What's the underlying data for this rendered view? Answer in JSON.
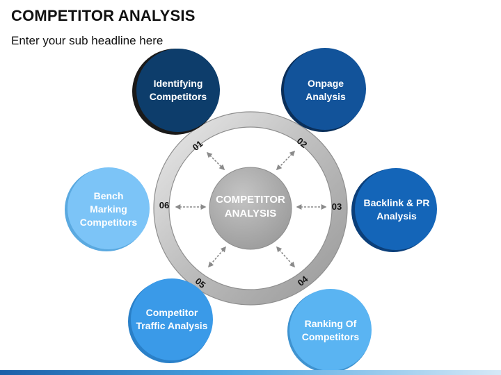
{
  "header": {
    "title": "COMPETITOR ANALYSIS",
    "subtitle": "Enter your sub headline here"
  },
  "diagram": {
    "center_label": "COMPETITOR ANALYSIS",
    "nodes": [
      {
        "number": "01",
        "label": "Identifying Competitors",
        "color": "#0d3d6b"
      },
      {
        "number": "02",
        "label": "Onpage Analysis",
        "color": "#12539a"
      },
      {
        "number": "03",
        "label": "Backlink & PR Analysis",
        "color": "#1465b8"
      },
      {
        "number": "04",
        "label": "Ranking Of Competitors",
        "color": "#5ab4f2"
      },
      {
        "number": "05",
        "label": "Competitor Traffic Analysis",
        "color": "#3a9ae8"
      },
      {
        "number": "06",
        "label": "Bench Marking Competitors",
        "color": "#7cc4f7"
      }
    ],
    "colors": {
      "ring": "#b8b8b8",
      "center": "#a8a8a8",
      "arrow": "#8a8a8a"
    }
  }
}
